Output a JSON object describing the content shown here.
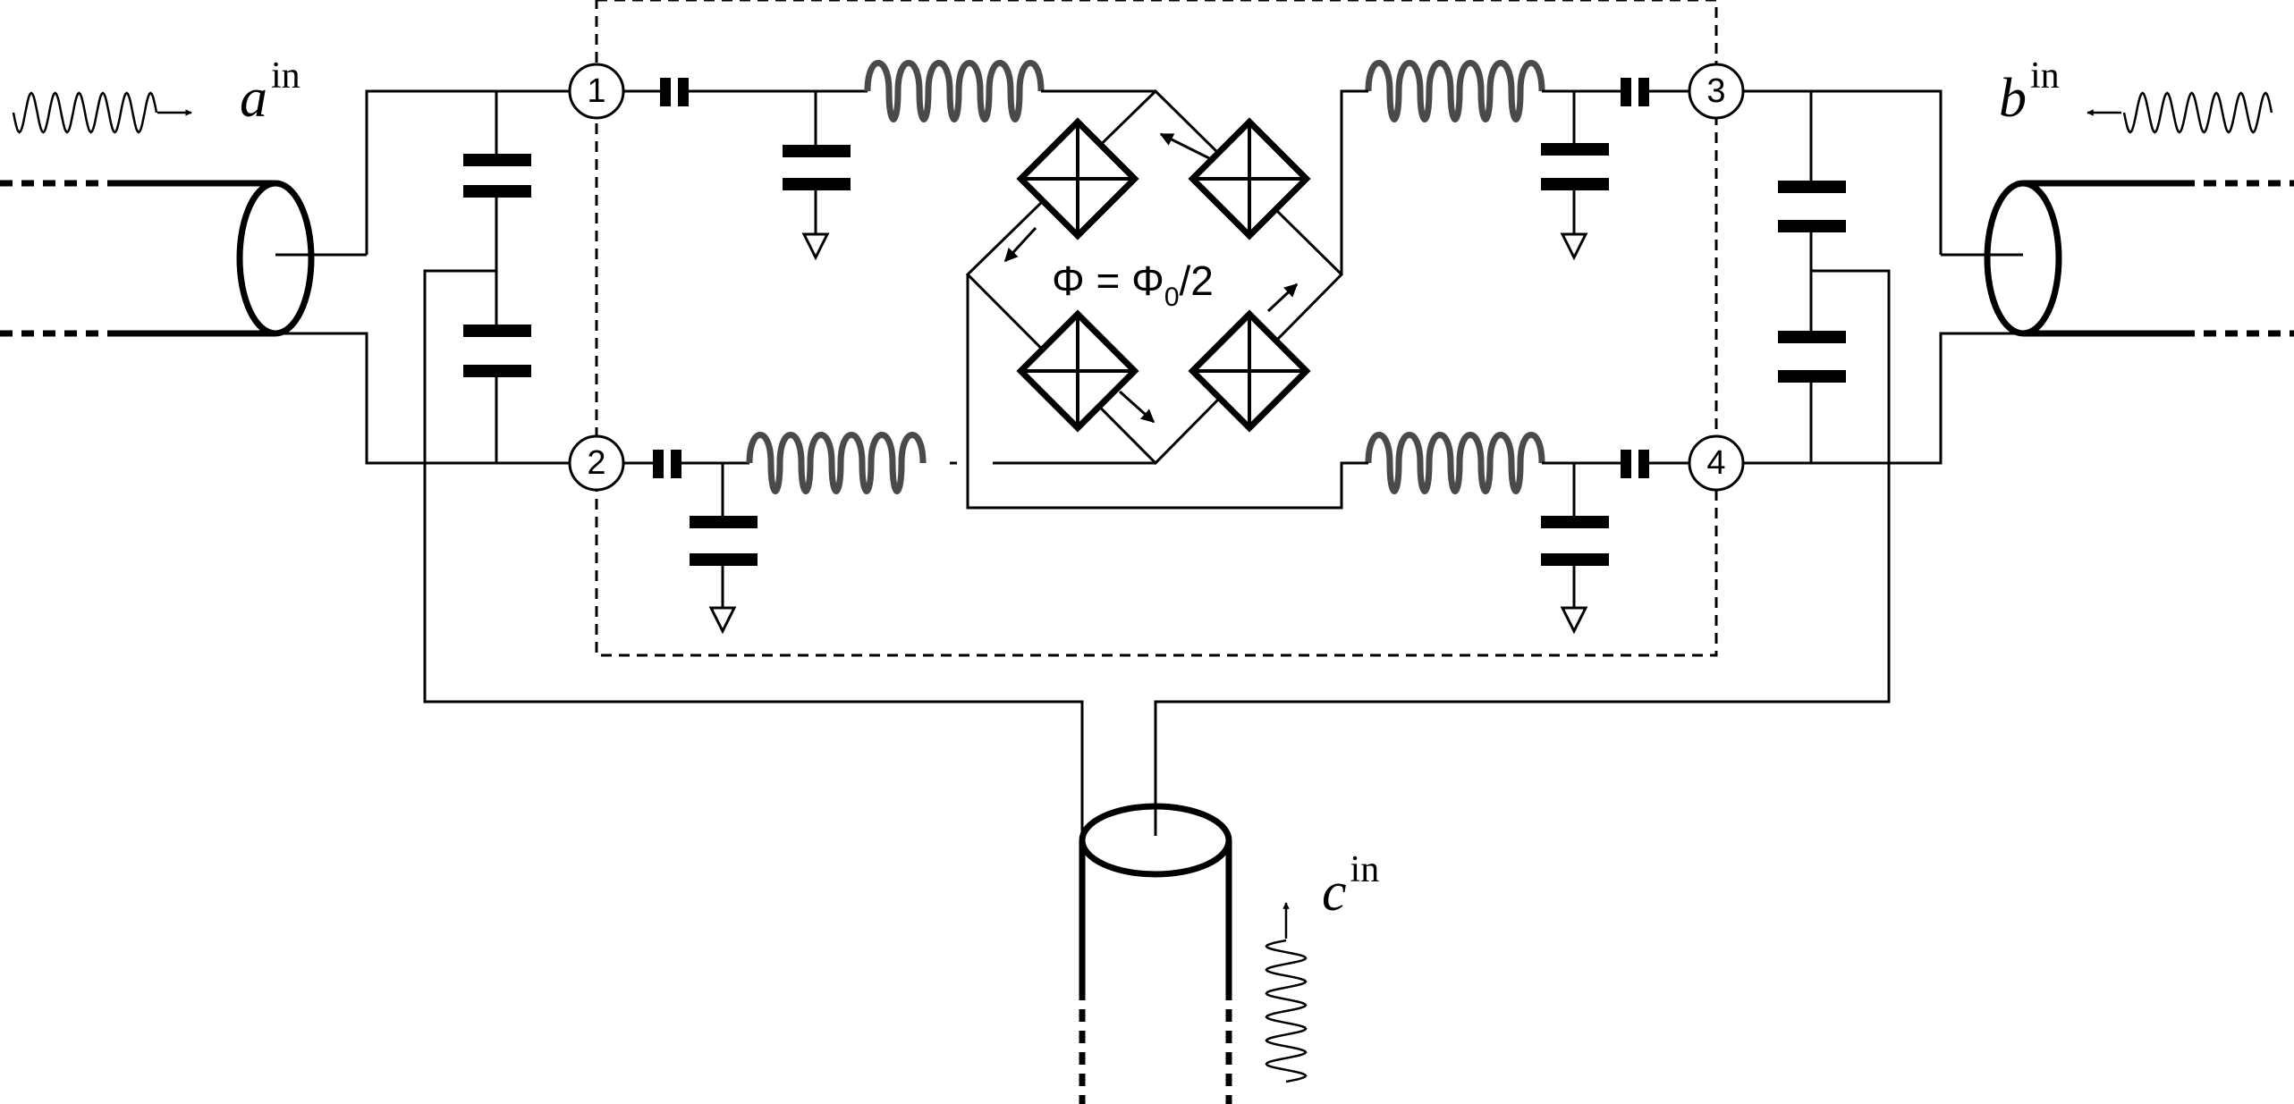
{
  "labels": {
    "a_letter": "a",
    "a_sup": "in",
    "b_letter": "b",
    "b_sup": "in",
    "c_letter": "c",
    "c_sup": "in"
  },
  "nodes": {
    "n1": "1",
    "n2": "2",
    "n3": "3",
    "n4": "4"
  },
  "flux": {
    "lhs": "Φ = Φ",
    "sub": "0",
    "rhs": "/2"
  }
}
